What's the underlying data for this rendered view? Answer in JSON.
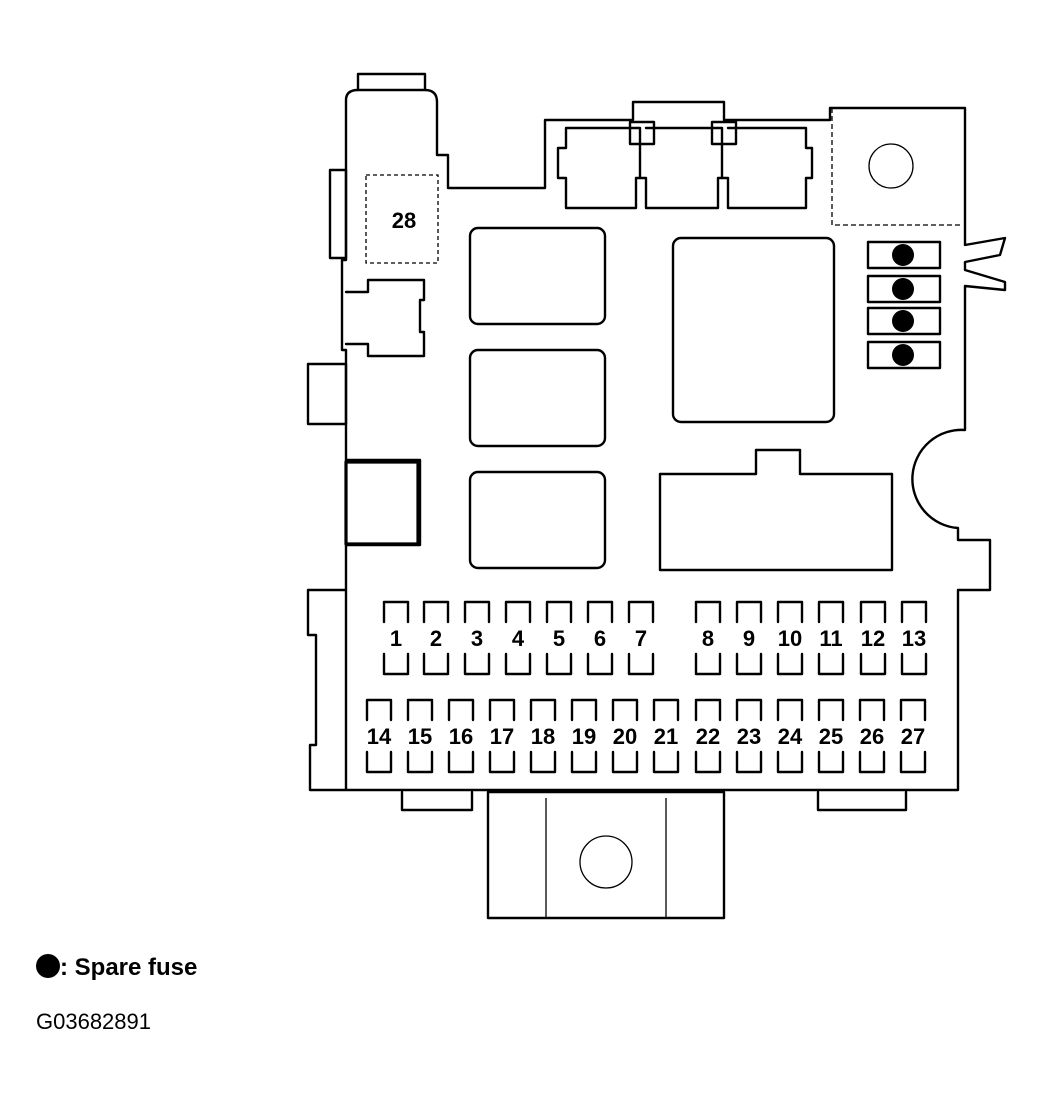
{
  "fuse_box": {
    "top_fuse_label": "28",
    "row1_labels": [
      "1",
      "2",
      "3",
      "4",
      "5",
      "6",
      "7",
      "8",
      "9",
      "10",
      "11",
      "12",
      "13"
    ],
    "row2_labels": [
      "14",
      "15",
      "16",
      "17",
      "18",
      "19",
      "20",
      "21",
      "22",
      "23",
      "24",
      "25",
      "26",
      "27"
    ],
    "spare_fuse_count": 4
  },
  "legend": {
    "symbol": "filled-circle-icon",
    "text": ": Spare fuse"
  },
  "figure_id": "G03682891"
}
